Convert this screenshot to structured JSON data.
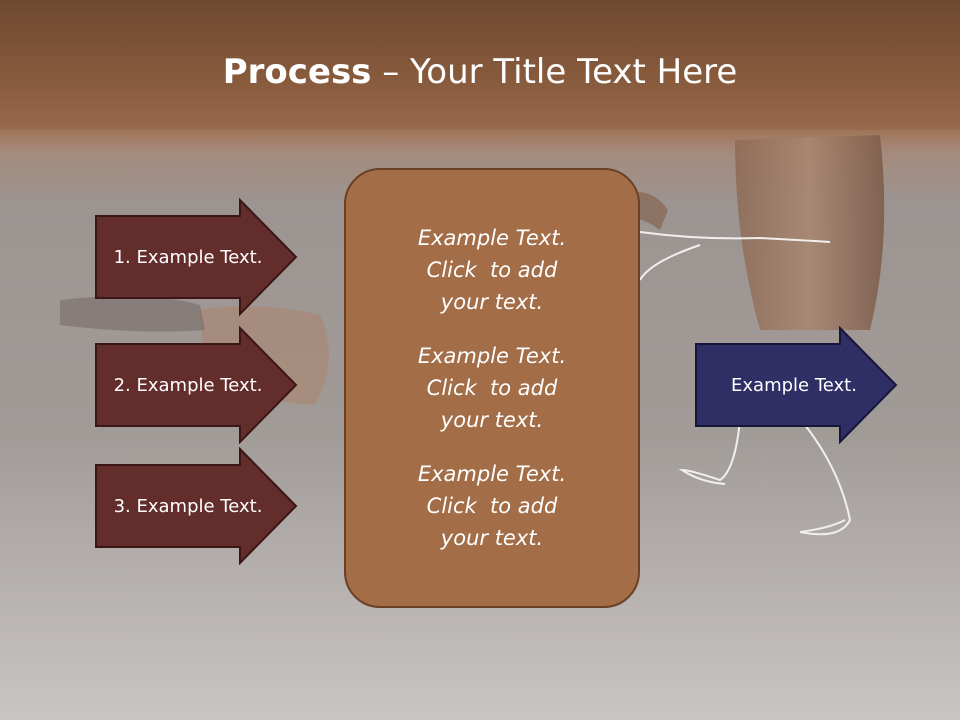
{
  "title": {
    "bold": "Process",
    "rest": " – Your Title Text Here"
  },
  "inputs": [
    {
      "label": "1. Example Text."
    },
    {
      "label": "2. Example Text."
    },
    {
      "label": "3. Example Text."
    }
  ],
  "center": {
    "paragraphs": [
      {
        "lines": [
          "Example Text.",
          "Click  to add",
          "your text."
        ]
      },
      {
        "lines": [
          "Example Text.",
          "Click  to add",
          "your text."
        ]
      },
      {
        "lines": [
          "Example Text.",
          "Click  to add",
          "your text."
        ]
      }
    ]
  },
  "output": {
    "label": "Example Text."
  },
  "colors": {
    "input_arrow_fill": "#632d2c",
    "output_arrow_fill": "#2f2f66",
    "center_fill": "#a36d48",
    "title_band": "#8a5a3a"
  }
}
